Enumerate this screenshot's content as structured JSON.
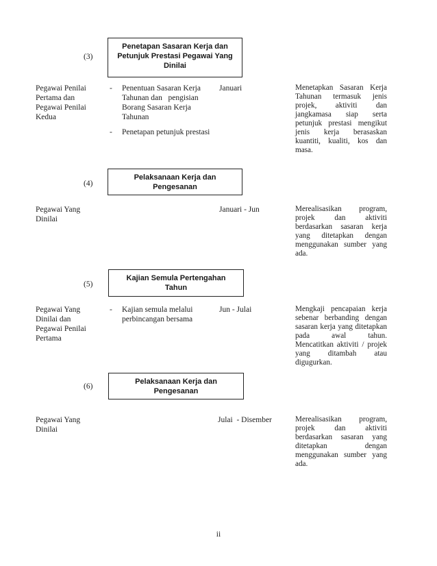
{
  "glyphs": {
    "dash": "-"
  },
  "footer": {
    "page_number": "ii"
  },
  "sections": [
    {
      "number": "(3)",
      "title": "Penetapan Sasaran Kerja dan\nPetunjuk Prestasi Pegawai Yang\nDinilai",
      "who": "Pegawai Penilai\nPertama dan\nPegawai Penilai\nKedua",
      "activities": [
        "Penentuan Sasaran Kerja\nTahunan dan   pengisian\nBorang Sasaran Kerja\nTahunan",
        "Penetapan petunjuk prestasi"
      ],
      "period": "Januari",
      "description": "Menetapkan Sasaran Kerja Tahunan termasuk jenis projek, aktiviti dan jangkamasa siap serta petunjuk prestasi mengikut jenis kerja berasaskan kuantiti, kualiti, kos dan masa."
    },
    {
      "number": "(4)",
      "title": "Pelaksanaan Kerja dan\nPengesanan",
      "who": "Pegawai Yang\nDinilai",
      "activities": [],
      "period": "Januari - Jun",
      "description": "Merealisasikan program, projek dan aktiviti berdasarkan sasaran kerja yang ditetapkan dengan menggunakan sumber yang ada."
    },
    {
      "number": "(5)",
      "title": "Kajian Semula Pertengahan\nTahun",
      "who": "Pegawai Yang\nDinilai dan\nPegawai Penilai\nPertama",
      "activities": [
        "Kajian semula melalui\nperbincangan bersama"
      ],
      "period": "Jun - Julai",
      "description": "Mengkaji pencapaian kerja sebenar berbanding dengan sasaran kerja yang ditetapkan pada awal tahun. Mencatitkan aktiviti / projek yang ditambah atau digugurkan."
    },
    {
      "number": "(6)",
      "title": "Pelaksanaan Kerja dan\nPengesanan",
      "who": "Pegawai Yang\nDinilai",
      "activities": [],
      "period": "Julai  - Disember",
      "description": "Merealisasikan program, projek dan aktiviti berdasarkan sasaran yang ditetapkan dengan menggunakan sumber yang ada."
    }
  ]
}
